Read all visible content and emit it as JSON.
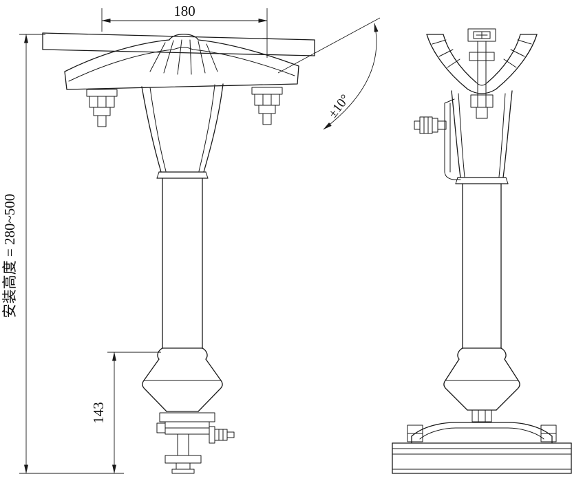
{
  "colors": {
    "ink": "#1a1a1a",
    "background": "#ffffff"
  },
  "dimensions": {
    "top_width": "180",
    "tilt_angle": "±10°",
    "install_height": "安装高度 = 280~500",
    "lower_height": "143"
  }
}
